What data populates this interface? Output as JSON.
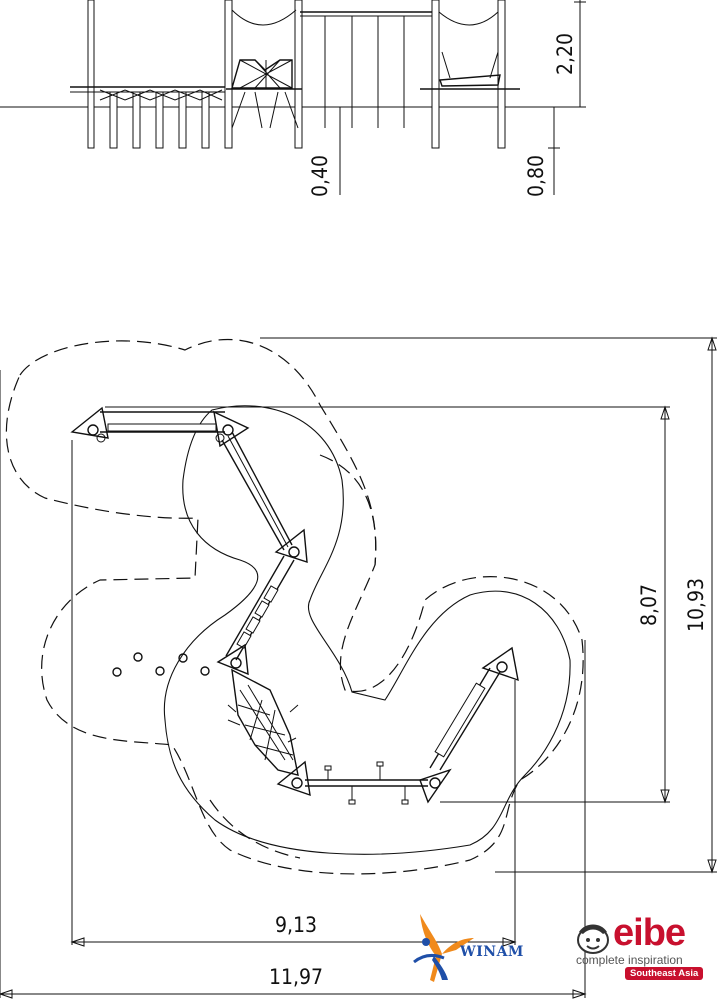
{
  "elevation_view": {
    "dimensions": {
      "height_total": "2,20",
      "depth_0_40": "0,40",
      "depth_0_80": "0,80"
    }
  },
  "plan_view": {
    "dimensions": {
      "width_inner": "9,13",
      "width_outer": "11,97",
      "depth_inner": "8,07",
      "depth_outer": "10,93"
    }
  },
  "logos": {
    "winam": {
      "text": "WINAM",
      "accent": "#1f4fa8"
    },
    "eibe": {
      "word": "eibe",
      "tagline": "complete inspiration",
      "region": "Southeast Asia",
      "accent": "#c8102e"
    }
  }
}
